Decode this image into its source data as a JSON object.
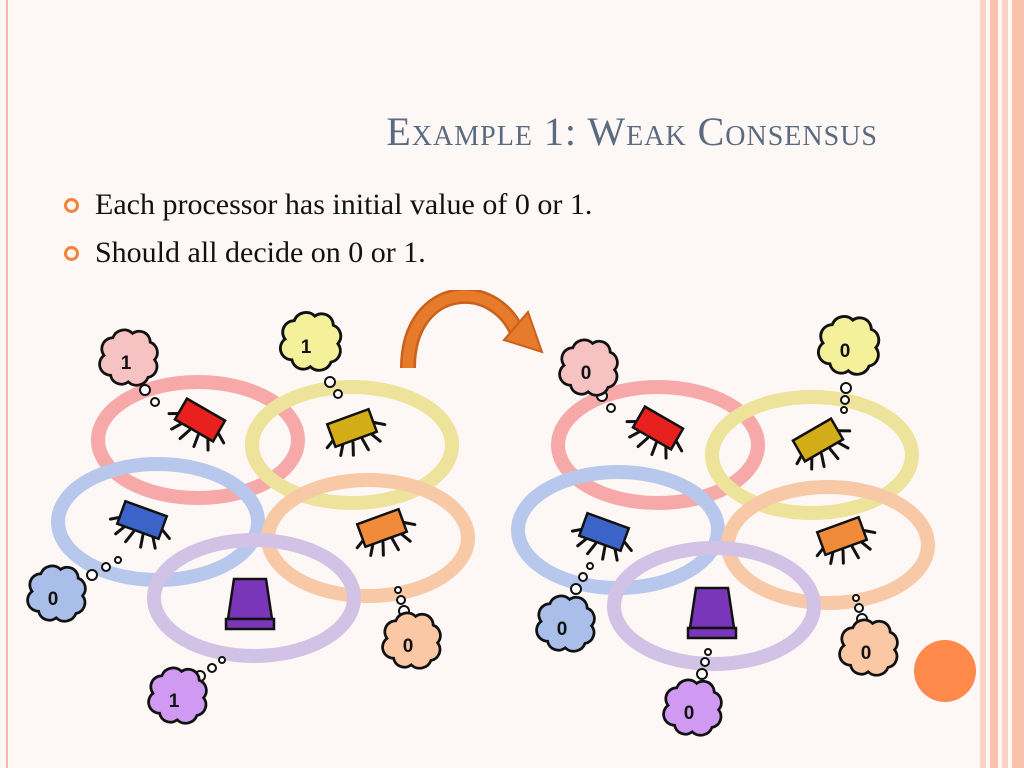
{
  "slide": {
    "title": "Example 1: Weak Consensus",
    "bullets": [
      "Each processor has initial value of 0 or 1.",
      "Should all decide on 0 or 1."
    ]
  },
  "diagram": {
    "before": {
      "red": "1",
      "yellow": "1",
      "blue": "0",
      "orange": "0",
      "purple": "1"
    },
    "after": {
      "red": "0",
      "yellow": "0",
      "blue": "0",
      "orange": "0",
      "purple": "0"
    }
  },
  "colors": {
    "title": "#5a6b80",
    "bullet_accent": "#f5823a",
    "ring_red": "#f7a9a9",
    "ring_yellow": "#ede39a",
    "ring_blue": "#b7c8ec",
    "ring_orange": "#f8c9a6",
    "ring_purple": "#d2c2e6",
    "arrow": "#e87a2c"
  }
}
